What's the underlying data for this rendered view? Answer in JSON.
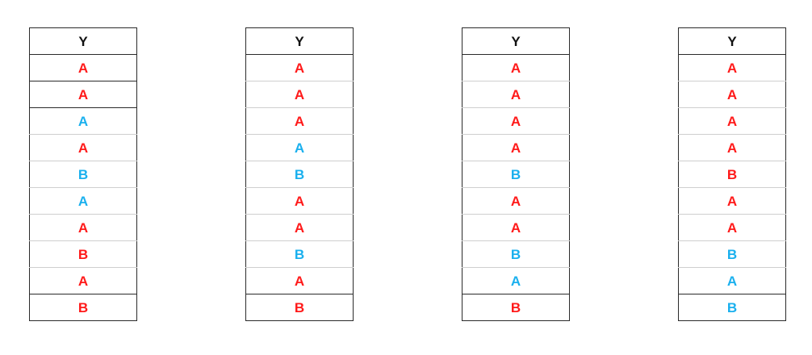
{
  "colors": {
    "red": "#ff1a1a",
    "blue": "#1ab0ee",
    "border": "#2b2b2b",
    "grid": "#cfcfcf"
  },
  "tables": [
    {
      "header": "Y",
      "cells": [
        {
          "value": "A",
          "color": "red"
        },
        {
          "value": "A",
          "color": "red"
        },
        {
          "value": "A",
          "color": "blue"
        },
        {
          "value": "A",
          "color": "red"
        },
        {
          "value": "B",
          "color": "blue"
        },
        {
          "value": "A",
          "color": "blue"
        },
        {
          "value": "A",
          "color": "red"
        },
        {
          "value": "B",
          "color": "red"
        },
        {
          "value": "A",
          "color": "red"
        },
        {
          "value": "B",
          "color": "red"
        }
      ]
    },
    {
      "header": "Y",
      "cells": [
        {
          "value": "A",
          "color": "red"
        },
        {
          "value": "A",
          "color": "red"
        },
        {
          "value": "A",
          "color": "red"
        },
        {
          "value": "A",
          "color": "blue"
        },
        {
          "value": "B",
          "color": "blue"
        },
        {
          "value": "A",
          "color": "red"
        },
        {
          "value": "A",
          "color": "red"
        },
        {
          "value": "B",
          "color": "blue"
        },
        {
          "value": "A",
          "color": "red"
        },
        {
          "value": "B",
          "color": "red"
        }
      ]
    },
    {
      "header": "Y",
      "cells": [
        {
          "value": "A",
          "color": "red"
        },
        {
          "value": "A",
          "color": "red"
        },
        {
          "value": "A",
          "color": "red"
        },
        {
          "value": "A",
          "color": "red"
        },
        {
          "value": "B",
          "color": "blue"
        },
        {
          "value": "A",
          "color": "red"
        },
        {
          "value": "A",
          "color": "red"
        },
        {
          "value": "B",
          "color": "blue"
        },
        {
          "value": "A",
          "color": "blue"
        },
        {
          "value": "B",
          "color": "red"
        }
      ]
    },
    {
      "header": "Y",
      "cells": [
        {
          "value": "A",
          "color": "red"
        },
        {
          "value": "A",
          "color": "red"
        },
        {
          "value": "A",
          "color": "red"
        },
        {
          "value": "A",
          "color": "red"
        },
        {
          "value": "B",
          "color": "red"
        },
        {
          "value": "A",
          "color": "red"
        },
        {
          "value": "A",
          "color": "red"
        },
        {
          "value": "B",
          "color": "blue"
        },
        {
          "value": "A",
          "color": "blue"
        },
        {
          "value": "B",
          "color": "blue"
        }
      ]
    }
  ]
}
